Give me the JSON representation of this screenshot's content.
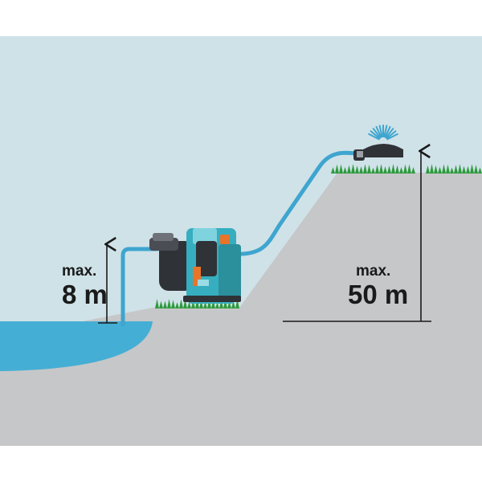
{
  "suction_label": {
    "prefix": "max.",
    "value": "8 m"
  },
  "delivery_label": {
    "prefix": "max.",
    "value": "50 m"
  },
  "colors": {
    "sky": "#cfe2e8",
    "ground": "#c6c7c9",
    "water": "#45aed4",
    "hose": "#3ea5cf",
    "grass": "#2e9a3c",
    "pump_body": "#36aebf",
    "pump_dark": "#2f3237",
    "accent": "#e8742a",
    "line": "#1a1a1a"
  }
}
